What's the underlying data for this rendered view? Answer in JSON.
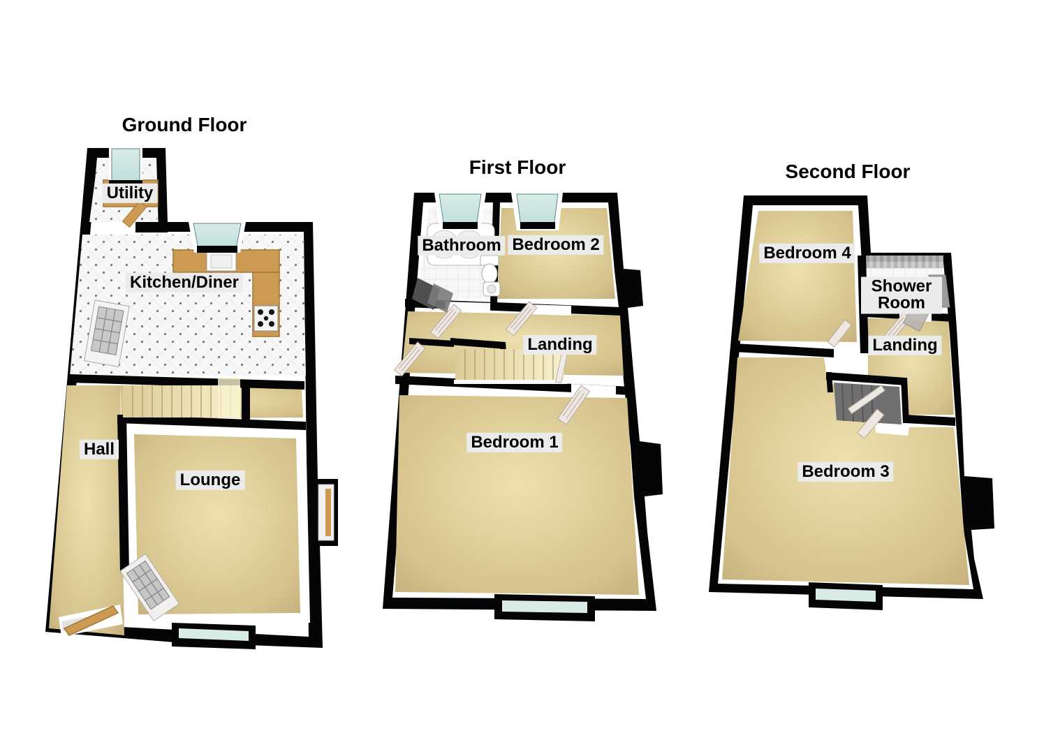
{
  "document": {
    "type": "3D floor plan",
    "background": "#ffffff"
  },
  "floors": [
    {
      "title": "Ground Floor",
      "rooms": [
        {
          "name": "Utility"
        },
        {
          "name": "Kitchen/Diner"
        },
        {
          "name": "Hall"
        },
        {
          "name": "Lounge"
        }
      ]
    },
    {
      "title": "First Floor",
      "rooms": [
        {
          "name": "Bathroom"
        },
        {
          "name": "Bedroom 2"
        },
        {
          "name": "Landing"
        },
        {
          "name": "Bedroom 1"
        }
      ]
    },
    {
      "title": "Second Floor",
      "rooms": [
        {
          "name": "Bedroom 4"
        },
        {
          "name": "Shower Room"
        },
        {
          "name": "Landing"
        },
        {
          "name": "Bedroom 3"
        }
      ]
    }
  ],
  "colors": {
    "wall": "#050505",
    "wall_top": "#ffffff",
    "carpet_light": "#eee1af",
    "carpet_mid": "#d5c28c",
    "carpet_dark": "#c0ab76",
    "tile": "#f7f7f7",
    "tile_dot": "#787878",
    "tile_line": "#e2e2e2",
    "glass": "#bfdfdb",
    "glass_light": "#d9ebe7",
    "wood": "#cc9a52",
    "wood_dark": "#a27636",
    "step_light": "#f8f1cd",
    "step_dark": "#dccb97",
    "door": "#f0e7e3",
    "door_edge": "#b5a9a1",
    "label_bg": "#ebebeb",
    "text": "#000000"
  }
}
